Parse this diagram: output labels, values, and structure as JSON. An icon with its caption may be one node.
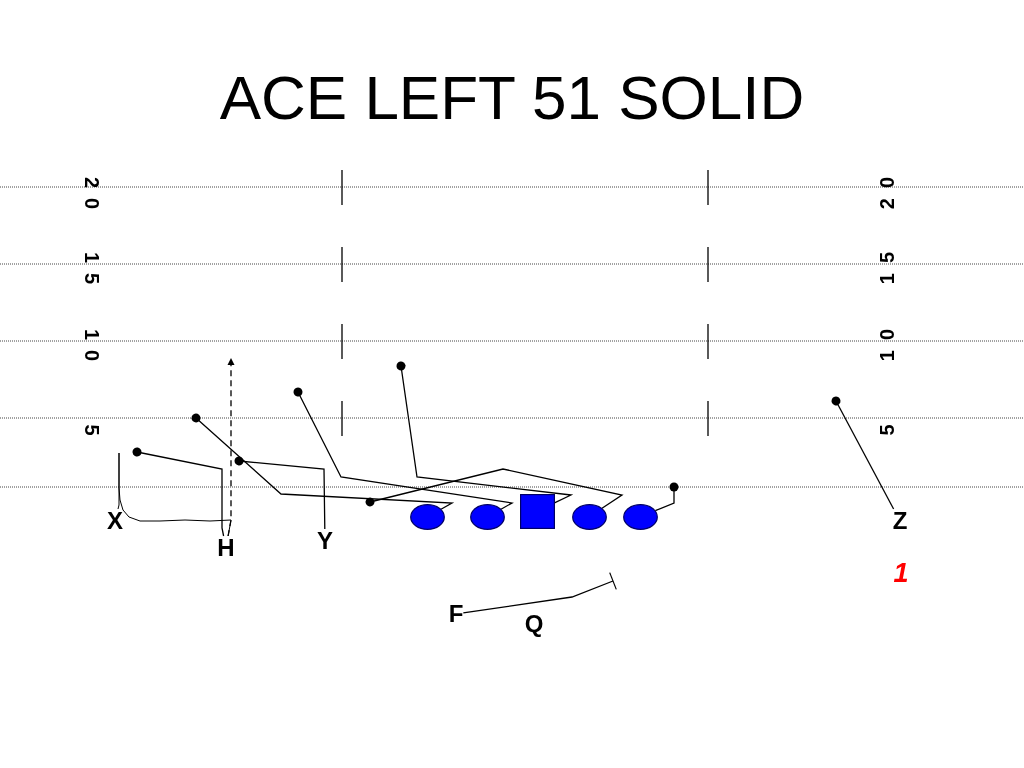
{
  "diagram": {
    "title": "ACE LEFT 51 SOLID",
    "nodes": [
      {
        "text": [
          "X"
        ]
      },
      {
        "text": [
          "H"
        ]
      },
      {
        "text": [
          "Y"
        ]
      },
      {
        "text": [],
        "shape": "ellipse"
      },
      {
        "text": [],
        "shape": "ellipse"
      },
      {
        "text": [],
        "shape": "box"
      },
      {
        "text": [],
        "shape": "ellipse"
      },
      {
        "text": [],
        "shape": "ellipse"
      },
      {
        "text": [
          "Z"
        ],
        "beside": [
          "1"
        ]
      },
      {
        "text": [
          "F"
        ]
      }
    ],
    "edges": [
      {
        "from": 0,
        "to": 1,
        "arrow": "none"
      },
      {
        "from": 1,
        "to": null,
        "arrow": "to",
        "style": "dashed"
      },
      {
        "from": 1,
        "to": null,
        "arrow": "other"
      },
      {
        "from": 2,
        "to": null,
        "arrow": "other"
      },
      {
        "from": 3,
        "to": null,
        "arrow": "other"
      },
      {
        "from": 4,
        "to": null,
        "arrow": "other"
      },
      {
        "from": 5,
        "to": null,
        "arrow": "other"
      },
      {
        "from": 6,
        "to": null,
        "arrow": "other"
      },
      {
        "from": 7,
        "to": null,
        "arrow": "other"
      },
      {
        "from": 8,
        "to": null,
        "arrow": "other"
      },
      {
        "from": 9,
        "to": null,
        "arrow": "other"
      }
    ],
    "labels": [
      "20",
      "20",
      "15",
      "15",
      "10",
      "10",
      "5",
      "5",
      "Q"
    ]
  }
}
